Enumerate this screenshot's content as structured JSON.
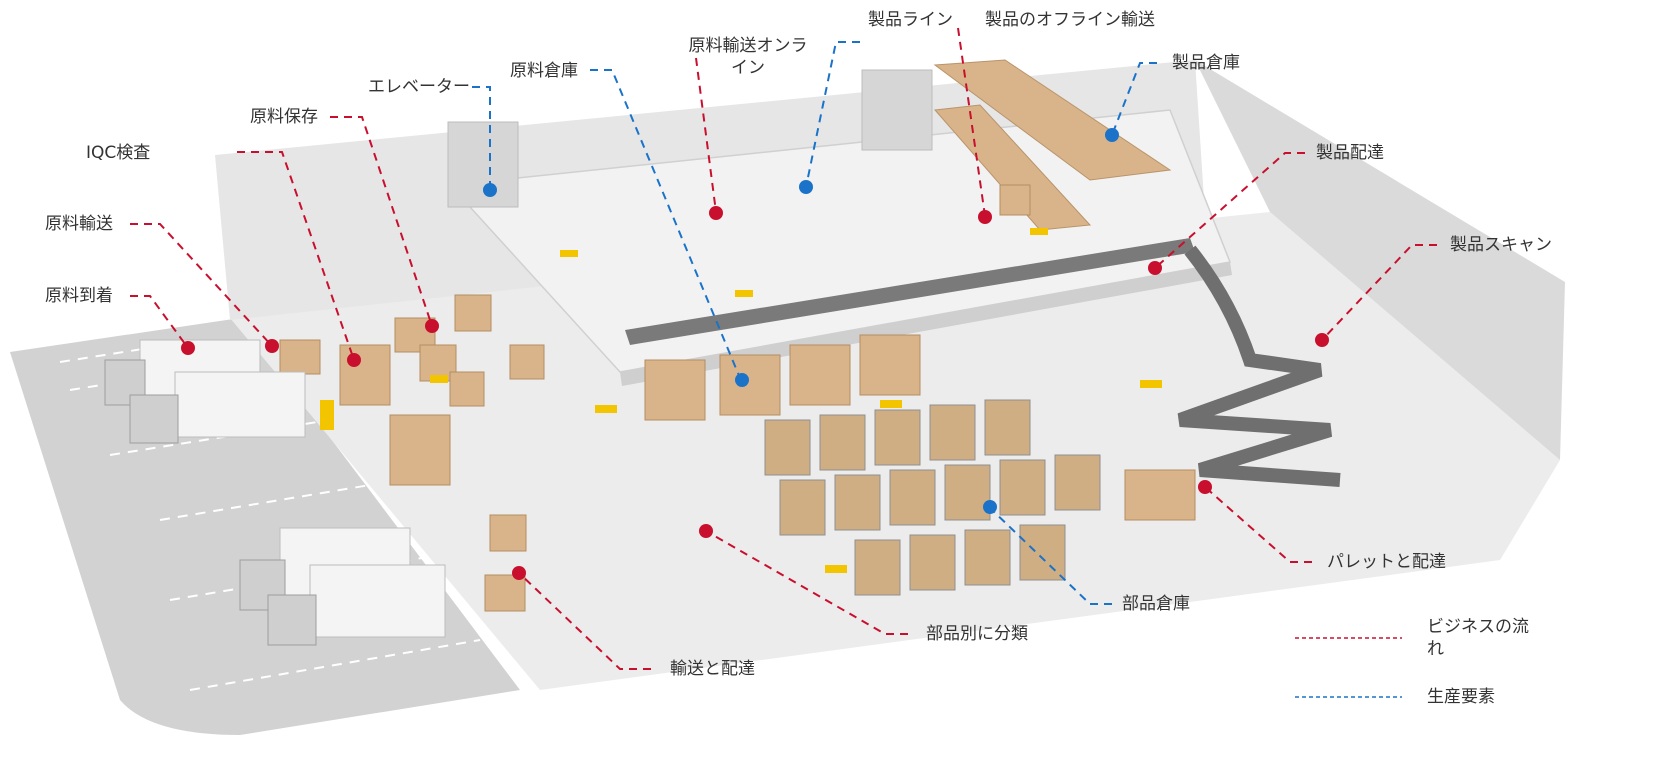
{
  "colors": {
    "business_flow": "#c8102e",
    "production_element": "#1a73c9",
    "floor": "#eeeeee",
    "wall": "#e3e3e3",
    "parking": "#cfcfcf",
    "box": "#d9b48a",
    "agv": "#f2c500",
    "rack": "#a9a9a9"
  },
  "labels": {
    "iqc": "IQC検査",
    "raw_transport": "原料輸送",
    "raw_arrival": "原料到着",
    "raw_storage": "原料保存",
    "elevator": "エレベーター",
    "raw_warehouse": "原料倉庫",
    "raw_transport_online": "原料輸送オンライン",
    "product_line": "製品ライン",
    "product_offline": "製品のオフライン輸送",
    "product_warehouse": "製品倉庫",
    "product_delivery": "製品配達",
    "product_scan": "製品スキャン",
    "pallet_delivery": "パレットと配達",
    "parts_warehouse": "部品倉庫",
    "parts_sort": "部品別に分類",
    "transport_delivery": "輸送と配達"
  },
  "legend": {
    "business_flow": "ビジネスの流れ",
    "production_element": "生産要素"
  }
}
